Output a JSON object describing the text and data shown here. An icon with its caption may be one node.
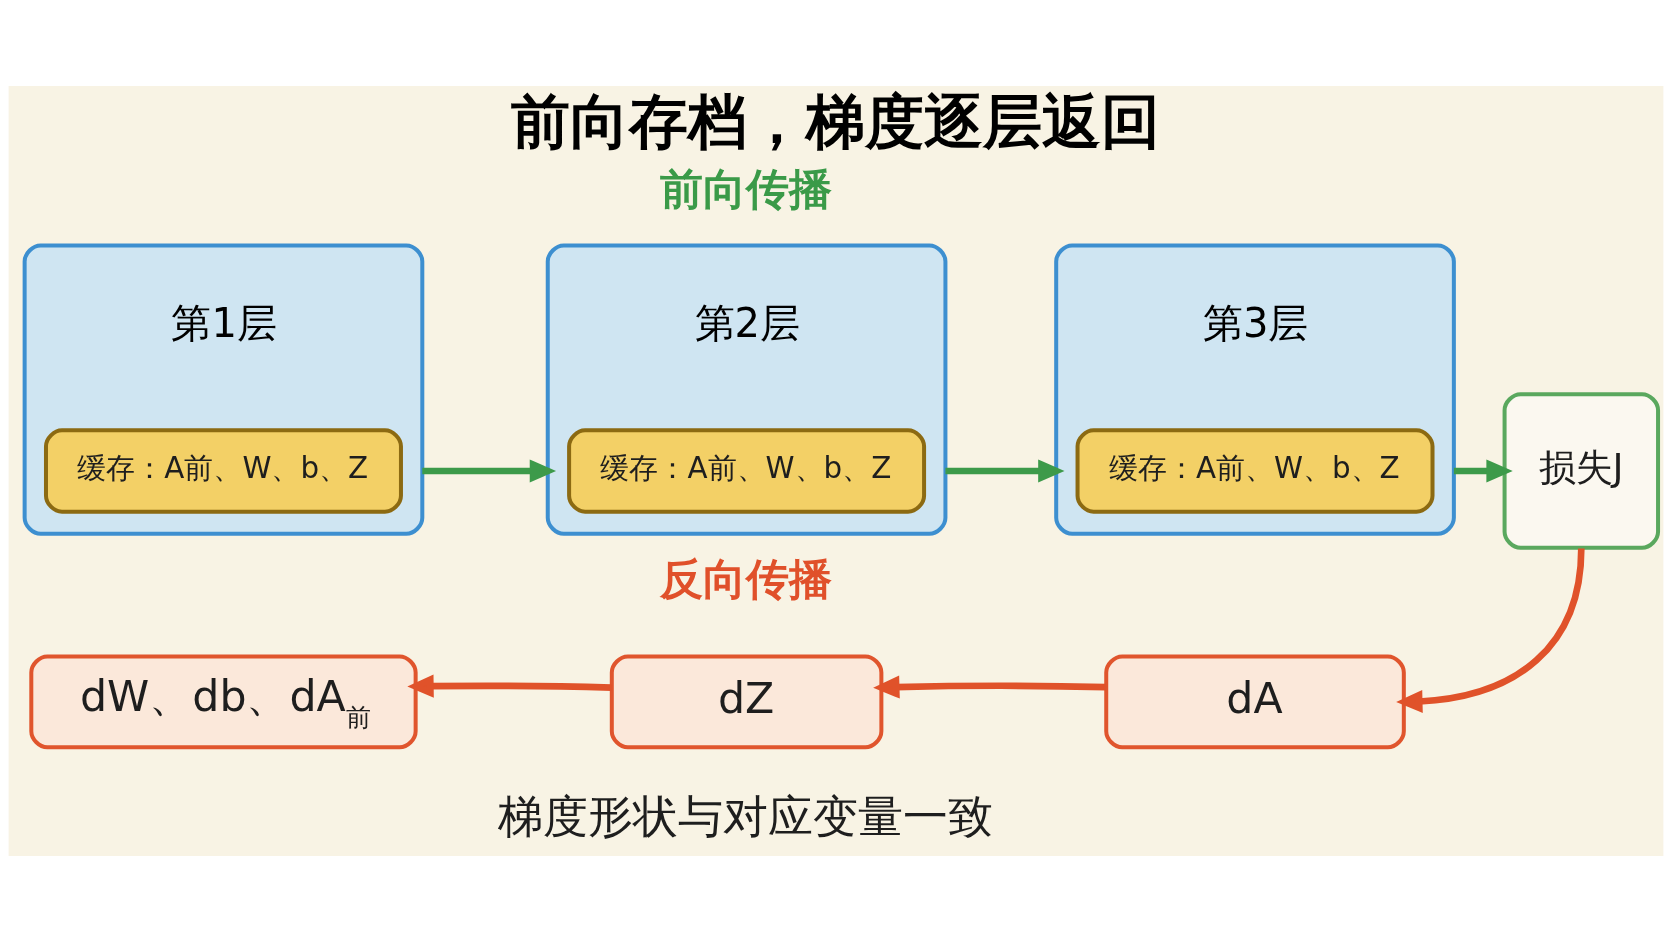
{
  "diagram": {
    "title": "前向存档，梯度逐层返回",
    "caption": "梯度形状与对应变量一致",
    "nodes": [
      {
        "text": [
          "第1层"
        ]
      },
      {
        "text": [
          "缓存：A前、W、b、Z"
        ],
        "in": 0
      },
      {
        "text": [
          "第2层"
        ]
      },
      {
        "text": [
          "缓存：A前、W、b、Z"
        ],
        "in": 2
      },
      {
        "text": [
          "第3层"
        ]
      },
      {
        "text": [
          "缓存：A前、W、b、Z"
        ],
        "in": 4
      },
      {
        "text": [
          "损失J"
        ]
      },
      {
        "text": [
          "dA"
        ]
      },
      {
        "text": [
          "dZ"
        ]
      },
      {
        "text": [
          "dW、db、dA$_{前}$"
        ]
      }
    ],
    "edges": [
      {
        "from": 0,
        "to": 2,
        "arrow": "to",
        "color": "#3d9a4a"
      },
      {
        "from": 2,
        "to": 4,
        "arrow": "to",
        "color": "#3d9a4a"
      },
      {
        "from": 4,
        "to": 6,
        "arrow": "to",
        "color": "#3d9a4a"
      },
      {
        "from": 6,
        "to": 7,
        "arrow": "to",
        "color": "#e0522a"
      },
      {
        "from": 7,
        "to": 8,
        "arrow": "to",
        "color": "#e0522a"
      },
      {
        "from": 8,
        "to": 9,
        "arrow": "to",
        "color": "#e0522a"
      }
    ],
    "labels": [
      "前向传播",
      "反向传播"
    ]
  }
}
